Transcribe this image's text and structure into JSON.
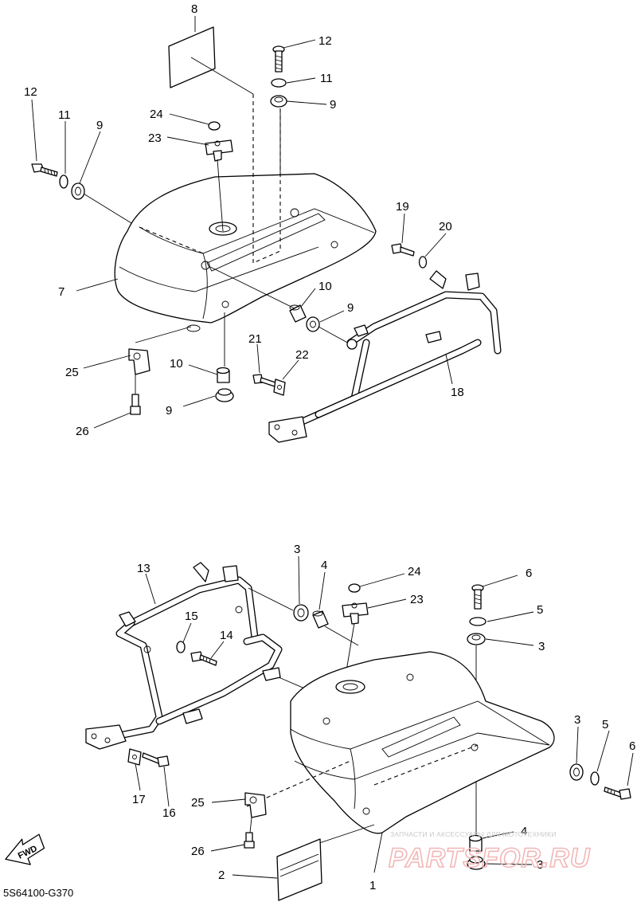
{
  "diagram": {
    "drawing_code": "5S64100-G370",
    "fwd_label": "FWD",
    "watermark": {
      "tagline": "ЗАПЧАСТИ И АКСЕССУАРЫ ДЛЯ МОТОТЕХНИКИ",
      "logo": "PARTSFOR.RU"
    },
    "callouts_upper": [
      {
        "id": "u8",
        "label": "8"
      },
      {
        "id": "u12a",
        "label": "12"
      },
      {
        "id": "u11a",
        "label": "11"
      },
      {
        "id": "u9a",
        "label": "9"
      },
      {
        "id": "u12b",
        "label": "12"
      },
      {
        "id": "u11b",
        "label": "11"
      },
      {
        "id": "u9b",
        "label": "9"
      },
      {
        "id": "u24",
        "label": "24"
      },
      {
        "id": "u23",
        "label": "23"
      },
      {
        "id": "u7",
        "label": "7"
      },
      {
        "id": "u19",
        "label": "19"
      },
      {
        "id": "u20",
        "label": "20"
      },
      {
        "id": "u10a",
        "label": "10"
      },
      {
        "id": "u9c",
        "label": "9"
      },
      {
        "id": "u21",
        "label": "21"
      },
      {
        "id": "u22",
        "label": "22"
      },
      {
        "id": "u10b",
        "label": "10"
      },
      {
        "id": "u25",
        "label": "25"
      },
      {
        "id": "u9d",
        "label": "9"
      },
      {
        "id": "u18",
        "label": "18"
      },
      {
        "id": "u26",
        "label": "26"
      }
    ],
    "callouts_lower": [
      {
        "id": "l3a",
        "label": "3"
      },
      {
        "id": "l4a",
        "label": "4"
      },
      {
        "id": "l24",
        "label": "24"
      },
      {
        "id": "l6a",
        "label": "6"
      },
      {
        "id": "l13",
        "label": "13"
      },
      {
        "id": "l23",
        "label": "23"
      },
      {
        "id": "l5a",
        "label": "5"
      },
      {
        "id": "l15",
        "label": "15"
      },
      {
        "id": "l3b",
        "label": "3"
      },
      {
        "id": "l14",
        "label": "14"
      },
      {
        "id": "l3c",
        "label": "3"
      },
      {
        "id": "l5b",
        "label": "5"
      },
      {
        "id": "l6b",
        "label": "6"
      },
      {
        "id": "l17",
        "label": "17"
      },
      {
        "id": "l16",
        "label": "16"
      },
      {
        "id": "l25",
        "label": "25"
      },
      {
        "id": "l4b",
        "label": "4"
      },
      {
        "id": "l26",
        "label": "26"
      },
      {
        "id": "l3d",
        "label": "3"
      },
      {
        "id": "l2",
        "label": "2"
      },
      {
        "id": "l1",
        "label": "1"
      }
    ]
  }
}
